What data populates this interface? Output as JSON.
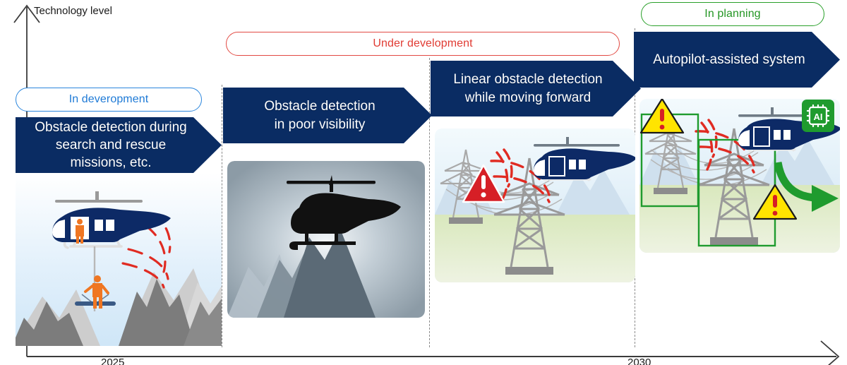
{
  "axes": {
    "y_label": "Technology level",
    "x_ticks": [
      "2025",
      "2030"
    ]
  },
  "status_pills": [
    {
      "label": "In deveropment",
      "color": "#1e7ad6"
    },
    {
      "label": "Under development",
      "color": "#e03b33"
    },
    {
      "label": "In planning",
      "color": "#249624"
    }
  ],
  "stages": [
    {
      "title_lines": [
        "Obstacle detection during",
        "search and rescue",
        "missions, etc."
      ],
      "scene": "helicopter-rescue-mountains"
    },
    {
      "title_lines": [
        "Obstacle detection",
        "in poor visibility"
      ],
      "scene": "helicopter-silhouette-fog"
    },
    {
      "title_lines": [
        "Linear obstacle detection",
        "while moving forward"
      ],
      "scene": "helicopter-powerlines-warning"
    },
    {
      "title_lines": [
        "Autopilot-assisted system"
      ],
      "scene": "helicopter-powerlines-ai-avoidance"
    }
  ],
  "icons": {
    "ai_chip_label": "AI",
    "warning_glyph": "!",
    "arrow_head": "chevron-right"
  },
  "colors": {
    "navy": "#0a2c63",
    "blue": "#1e7ad6",
    "red": "#e03b33",
    "green": "#249624",
    "warning_yellow": "#ffe400",
    "alert_red": "#d61f26",
    "tower_gray": "#8c8c8c",
    "sky": "#dcedf9",
    "ground": "#dfeac4"
  }
}
